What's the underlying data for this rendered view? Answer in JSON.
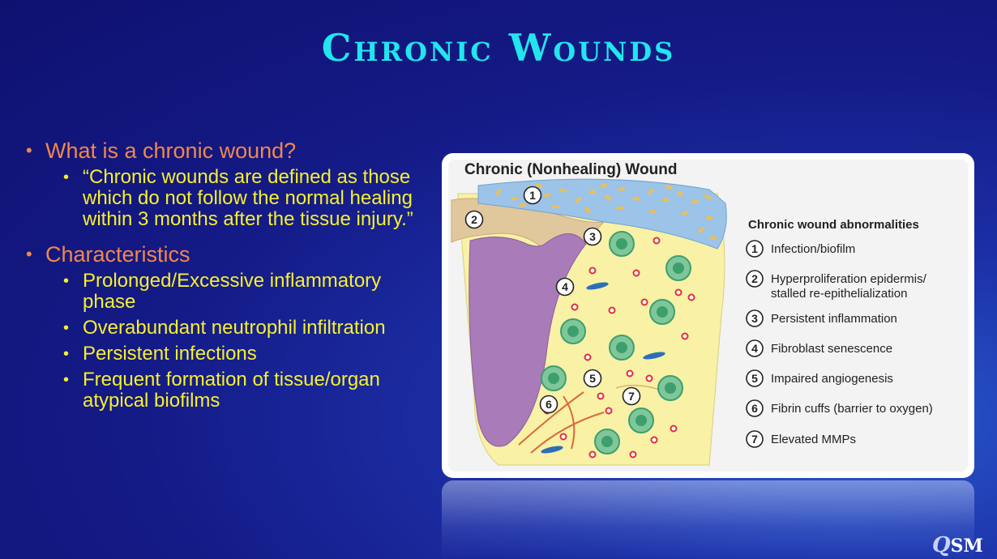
{
  "slide": {
    "title": "Chronic Wounds",
    "logo_mark": "Q",
    "logo_text": "SM"
  },
  "bullets": [
    {
      "text": "What is a chronic wound?",
      "sub": [
        "“Chronic wounds are defined as those which do not follow the normal healing within 3 months after the tissue injury.”"
      ]
    },
    {
      "text": "Characteristics",
      "sub": [
        "Prolonged/Excessive inflammatory phase",
        "Overabundant neutrophil infiltration",
        "Persistent infections",
        "Frequent formation of tissue/organ atypical biofilms"
      ]
    }
  ],
  "diagram": {
    "title": "Chronic (Nonhealing) Wound",
    "legend_title": "Chronic wound abnormalities",
    "items": [
      {
        "num": "1",
        "line1": "Infection/biofilm",
        "line2": ""
      },
      {
        "num": "2",
        "line1": "Hyperproliferation epidermis/",
        "line2": "stalled re-epithelialization"
      },
      {
        "num": "3",
        "line1": "Persistent inflammation",
        "line2": ""
      },
      {
        "num": "4",
        "line1": "Fibroblast senescence",
        "line2": ""
      },
      {
        "num": "5",
        "line1": "Impaired angiogenesis",
        "line2": ""
      },
      {
        "num": "6",
        "line1": "Fibrin cuffs (barrier to oxygen)",
        "line2": ""
      },
      {
        "num": "7",
        "line1": "Elevated MMPs",
        "line2": ""
      }
    ],
    "colors": {
      "tissue": "#f8f1a6",
      "biofilm": "#9cc3e8",
      "epidermis": "#e1c79c",
      "wound_bed": "#a97bb8",
      "neutrophil": "#3c9f6d",
      "red_cell": "#e02f3a",
      "fibroblast": "#2d6fb6"
    }
  }
}
